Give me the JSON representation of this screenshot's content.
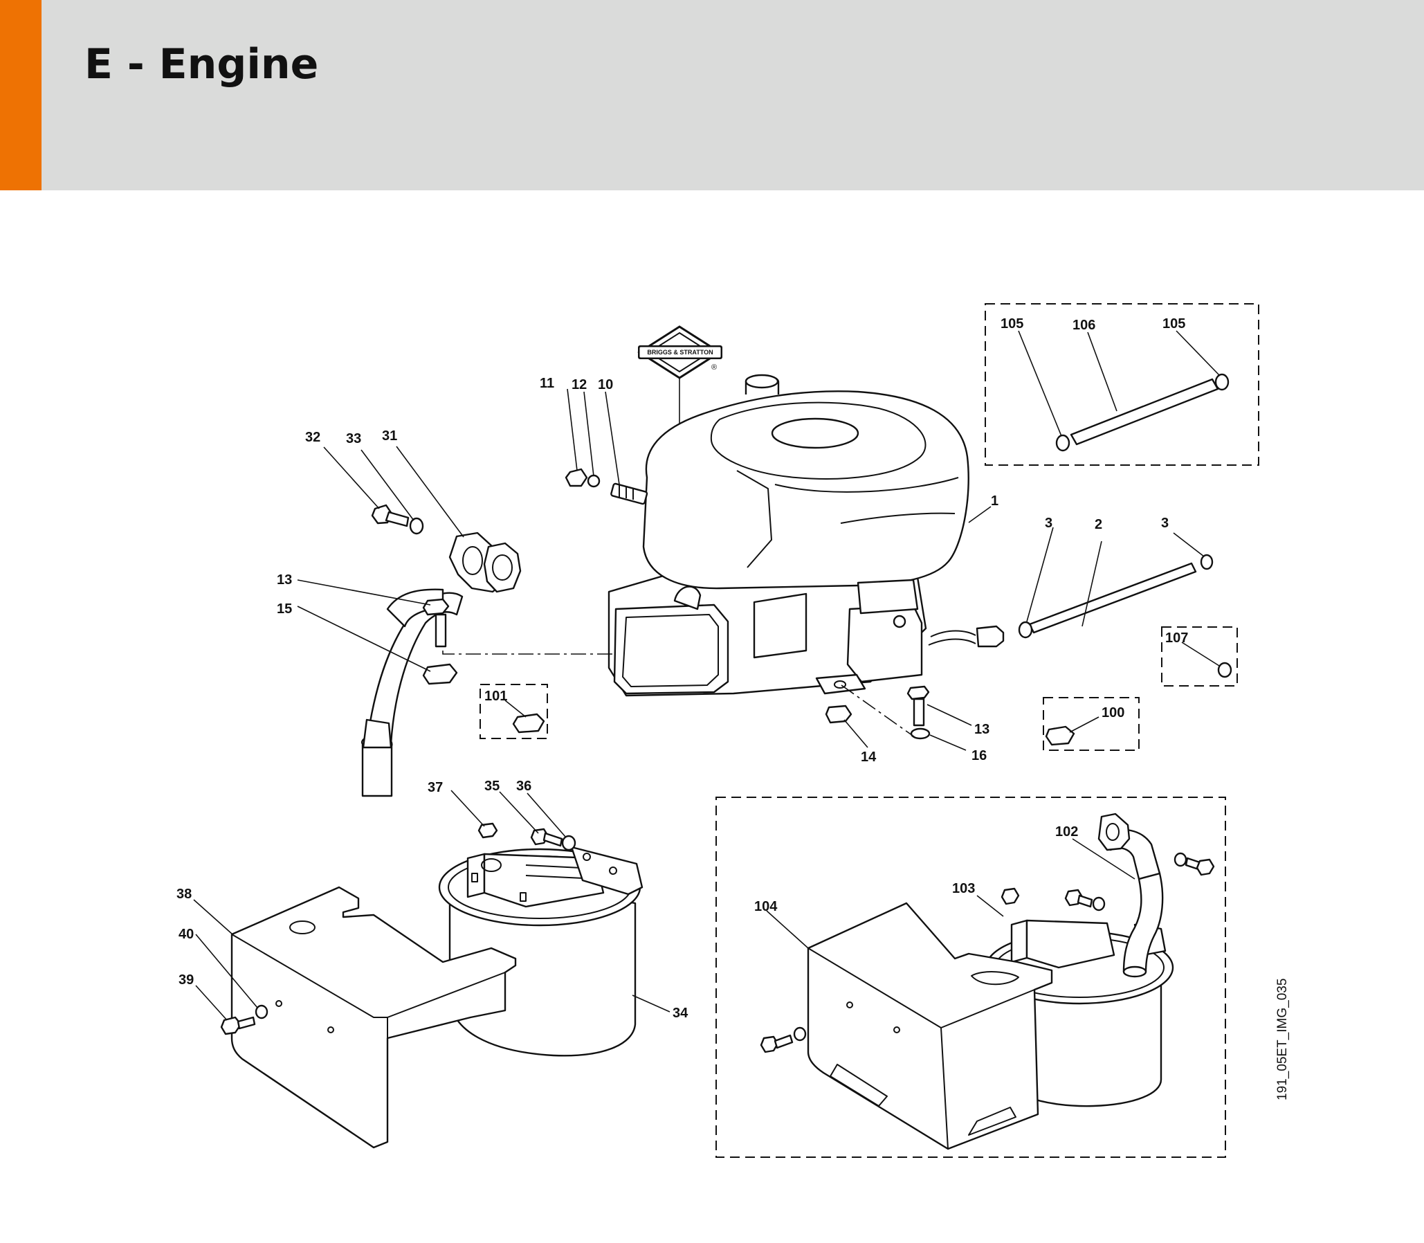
{
  "header": {
    "title": "E - Engine",
    "accent_color": "#ee7203",
    "background_color": "#dadbda"
  },
  "logo": {
    "brand_text": "BRIGGS & STRATTON",
    "registered_mark": "®"
  },
  "image_id": "191_05ET_IMG_035",
  "callouts": {
    "c1": "1",
    "c2": "2",
    "c3a": "3",
    "c3b": "3",
    "c10": "10",
    "c11": "11",
    "c12": "12",
    "c13a": "13",
    "c13b": "13",
    "c14": "14",
    "c15": "15",
    "c16": "16",
    "c31": "31",
    "c32": "32",
    "c33": "33",
    "c34": "34",
    "c35": "35",
    "c36": "36",
    "c37": "37",
    "c38": "38",
    "c39": "39",
    "c40": "40",
    "c100": "100",
    "c101": "101",
    "c102": "102",
    "c103": "103",
    "c104": "104",
    "c105a": "105",
    "c105b": "105",
    "c106": "106",
    "c107": "107"
  }
}
